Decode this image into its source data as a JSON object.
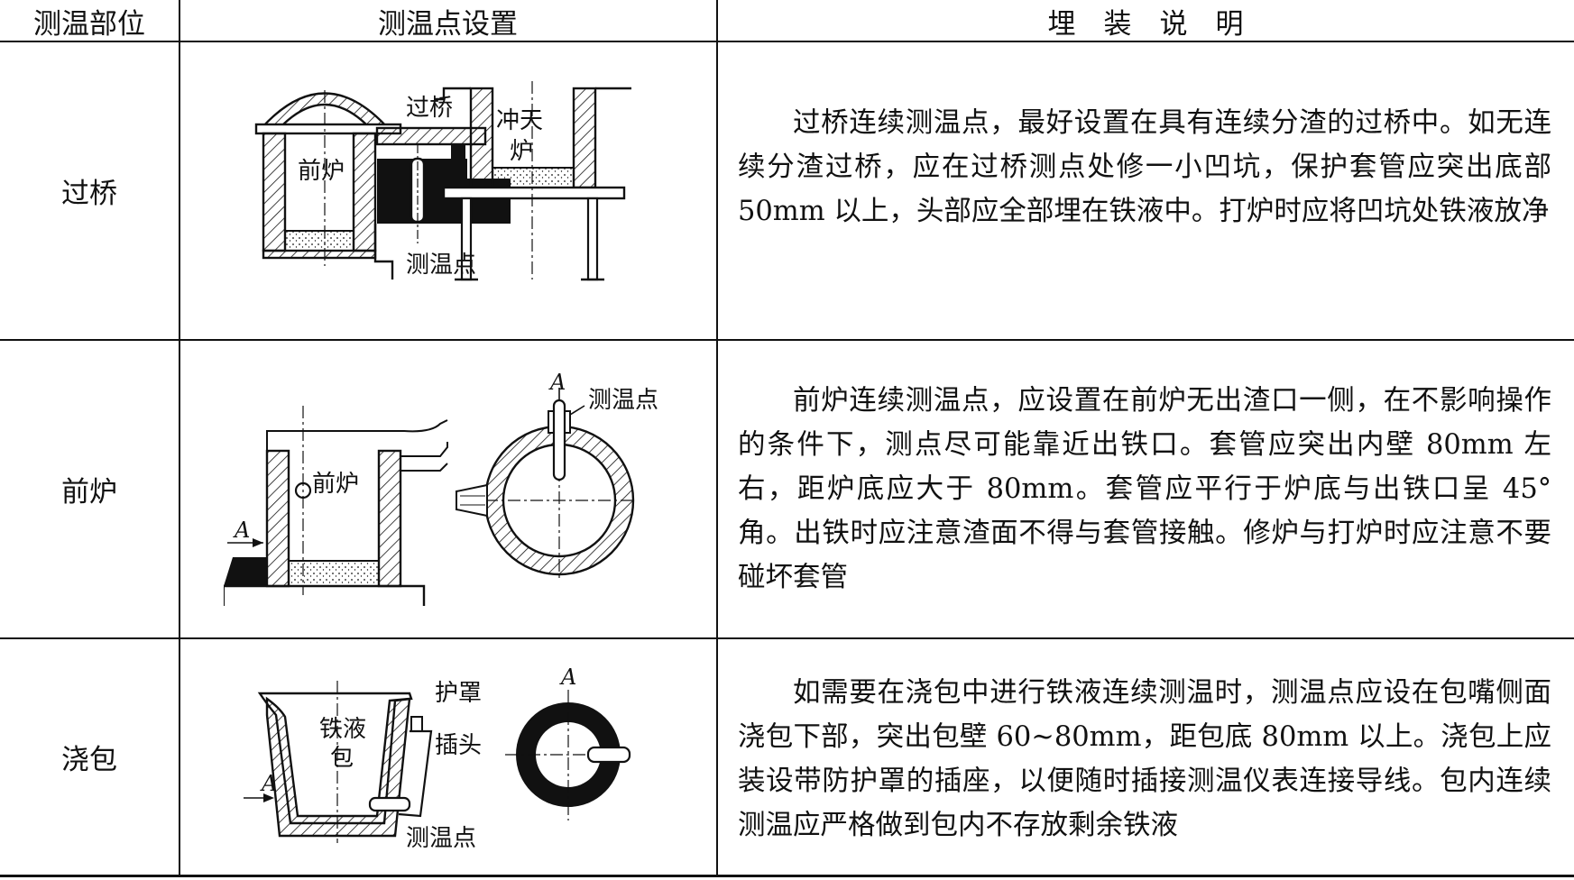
{
  "table": {
    "headers": [
      "测温部位",
      "测温点设置",
      "埋　装　说　明"
    ],
    "rows": [
      {
        "location": "过桥",
        "description": "过桥连续测温点，最好设置在具有连续分渣的过桥中。如无连续分渣过桥，应在过桥测点处修一小凹坑，保护套管应突出底部 50mm 以上，头部应全部埋在铁液中。打炉时应将凹坑处铁液放净",
        "diagram_labels": {
          "bridge": "过桥",
          "forehearth": "前炉",
          "cupola_1": "冲天",
          "cupola_2": "炉",
          "point": "测温点"
        }
      },
      {
        "location": "前炉",
        "description": "前炉连续测温点，应设置在前炉无出渣口一侧，在不影响操作的条件下，测点尽可能靠近出铁口。套管应突出内壁 80mm 左右，距炉底应大于 80mm。套管应平行于炉底与出铁口呈 45°角。出铁时应注意渣面不得与套管接触。修炉与打炉时应注意不要碰坏套管",
        "diagram_labels": {
          "forehearth": "前炉",
          "section_a_side": "A",
          "section_a_top": "A",
          "point": "测温点"
        }
      },
      {
        "location": "浇包",
        "description": "如需要在浇包中进行铁液连续测温时，测温点应设在包嘴侧面浇包下部，突出包壁 60~80mm，距包底 80mm 以上。浇包上应装设带防护罩的插座，以便随时插接测温仪表连接导线。包内连续测温应严格做到包内不存放剩余铁液",
        "diagram_labels": {
          "ladle_1": "铁液",
          "ladle_2": "包",
          "cover": "护罩",
          "plug": "插头",
          "point": "测温点",
          "section_a_side": "A",
          "section_a_top": "A"
        }
      }
    ]
  }
}
